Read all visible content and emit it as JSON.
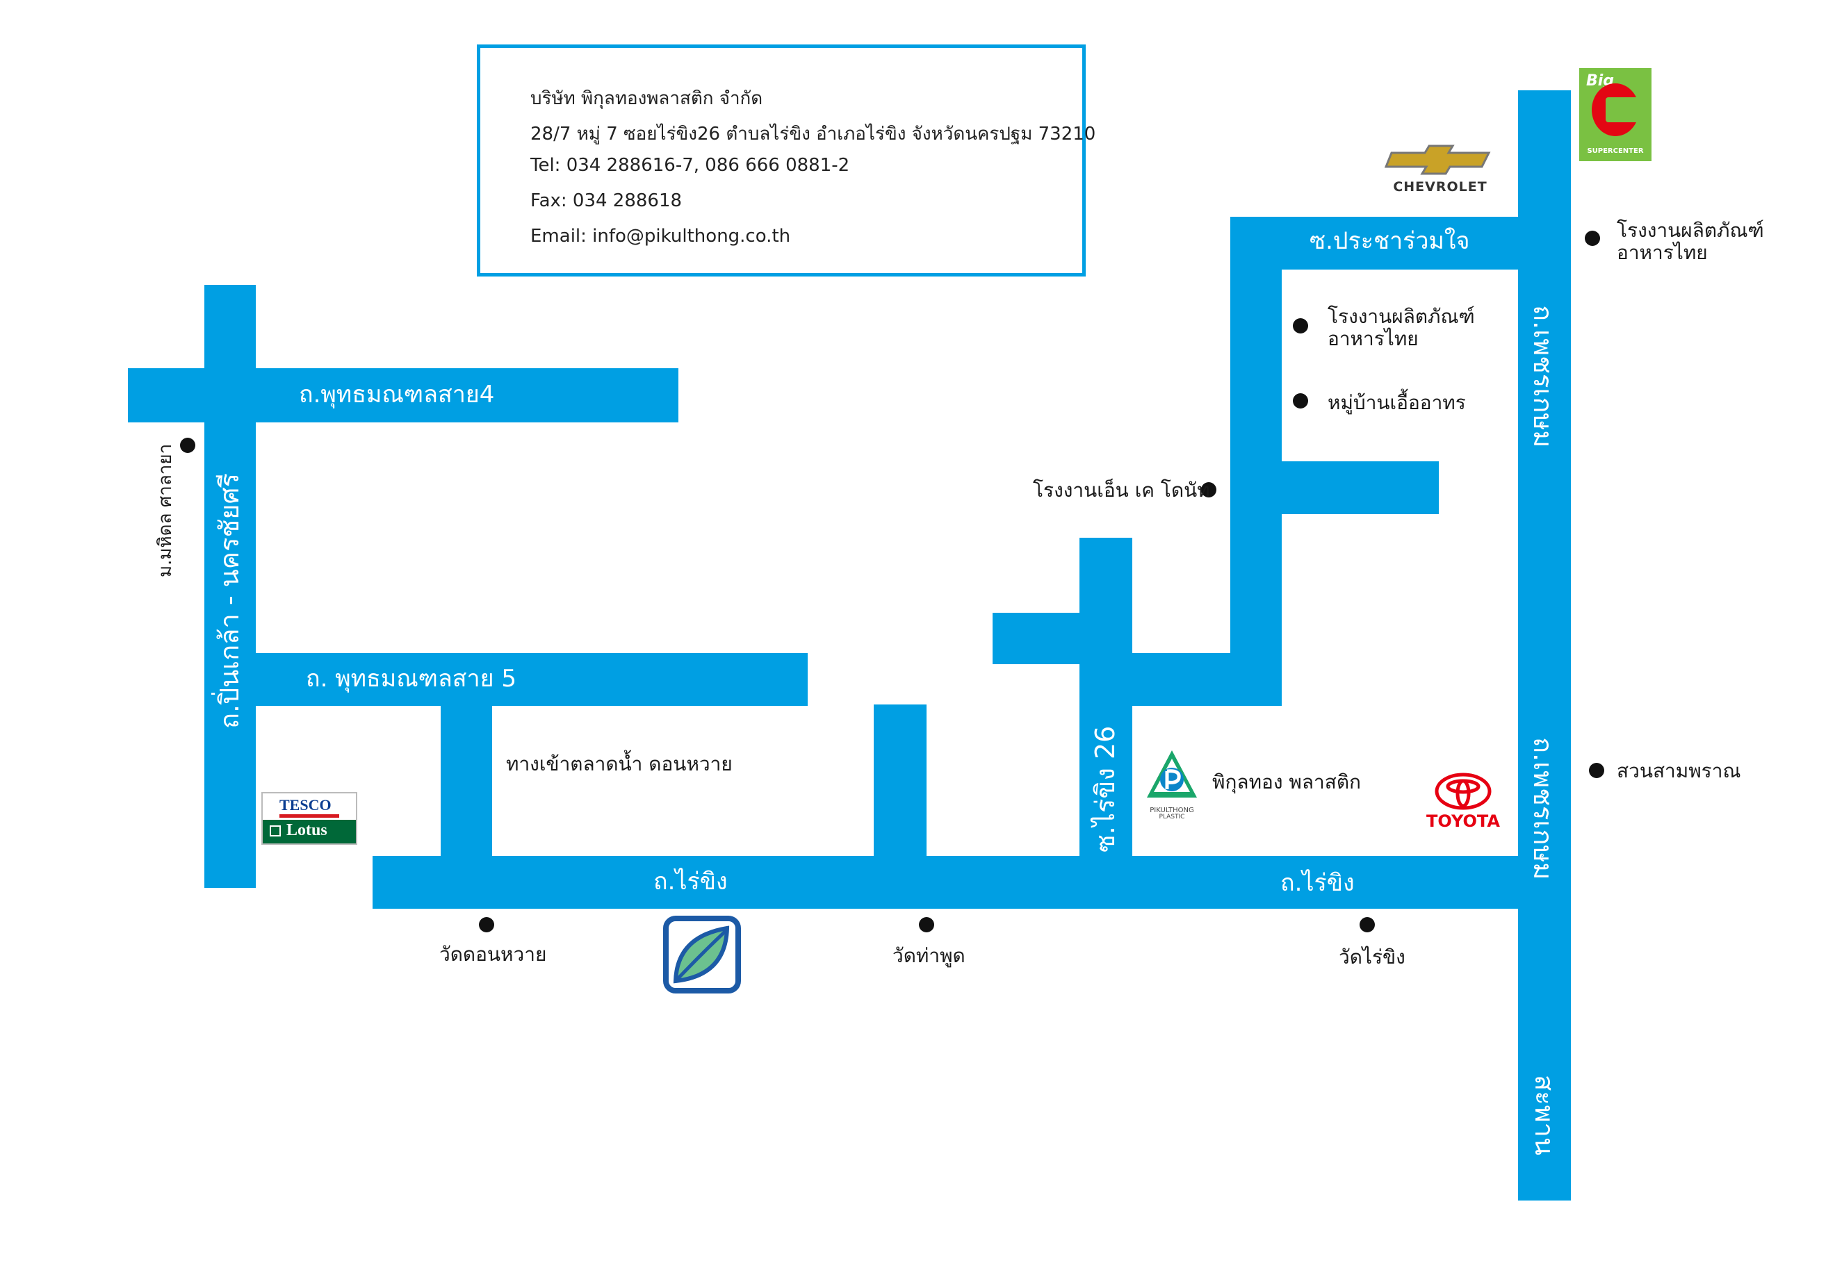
{
  "info": {
    "company": "บริษัท พิกุลทองพลาสติก จำกัด",
    "address": "28/7 หมู่ 7 ซอยไร่ขิง26 ตำบลไร่ขิง อำเภอไร่ขิง จังหวัดนครปฐม 73210",
    "tel": "Tel: 034 288616-7, 086 666 0881-2",
    "fax": "Fax: 034 288618",
    "email": "Email: info@pikulthong.co.th"
  },
  "roads": {
    "phutthamonthon4": "ถ.พุทธมณฑลสาย4",
    "phutthamonthon5": "ถ. พุทธมณฑลสาย 5",
    "pinklao": "ถ.ปิ่นเกล้า - นครชัยศรี",
    "raiking_left": "ถ.ไร่ขิง",
    "raiking_right": "ถ.ไร่ขิง",
    "soi_raiking26": "ซ.ไร่ขิง 26",
    "soi_pracharuamjai": "ซ.ประชาร่วมใจ",
    "phetkasem_top": "ถ.เพชรเกษม",
    "phetkasem_mid": "ถ.เพชรเกษม",
    "sampran": "สะพาน"
  },
  "places": {
    "mahidol": "ม.มหิดล ศาลายา",
    "market_entrance": "ทางเข้าตลาดน้ำ ดอนหวาย",
    "wat_don_wai": "วัดดอนหวาย",
    "wat_tha_phut": "วัดท่าพูด",
    "wat_rai_king": "วัดไร่ขิง",
    "nk_donut": "โรงงานเอ็น เค โดนัท",
    "food_factory_1": "โรงงานผลิตภัณฑ์\nอาหารไทย",
    "village": "หมู่บ้านเอื้ออาทร",
    "food_factory_2": "โรงงานผลิตภัณฑ์\nอาหารไทย",
    "sampran_garden": "สวนสามพราณ",
    "pikulthong": "พิกุลทอง พลาสติก"
  },
  "logos": {
    "tesco_top": "TESCO",
    "tesco_bottom": "Lotus",
    "chevrolet": "CHEVROLET",
    "bigc": "Big",
    "bigc_sub": "SUPERCENTER",
    "toyota": "TOYOTA",
    "pikulthong_logo": "PIKULTHONG",
    "pikulthong_sub": "PLASTIC"
  },
  "colors": {
    "road": "#009fe3",
    "bigc_green": "#7ac142",
    "bigc_red": "#e30613",
    "toyota_red": "#e60012",
    "tesco_green": "#006838",
    "tesco_red": "#d71920"
  }
}
